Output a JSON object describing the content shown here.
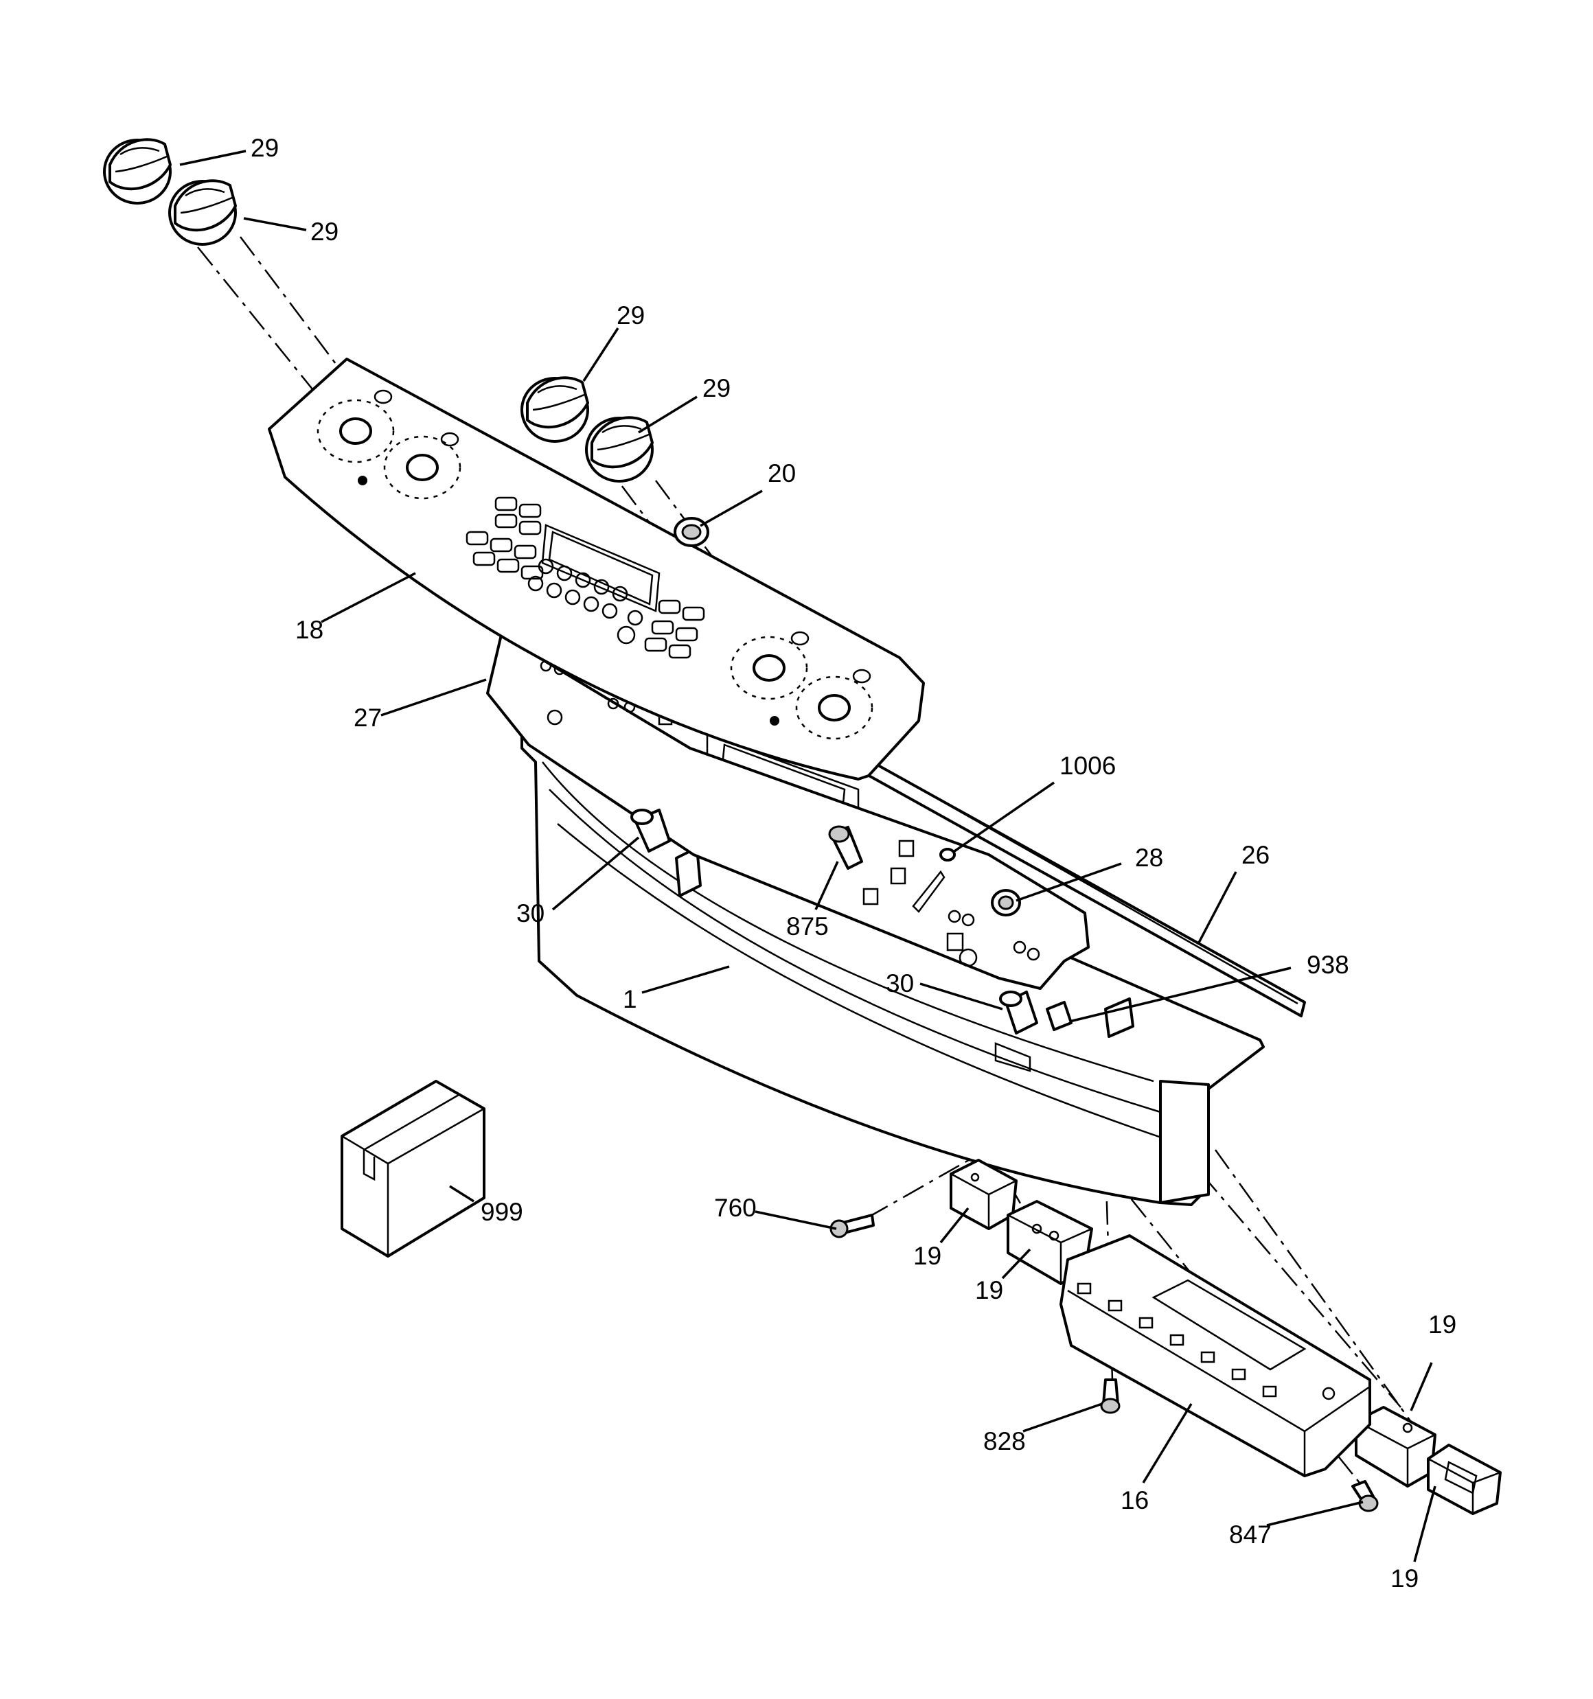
{
  "callouts": {
    "c29a": "29",
    "c29b": "29",
    "c29c": "29",
    "c29d": "29",
    "c20": "20",
    "c18": "18",
    "c27": "27",
    "c1006": "1006",
    "c28": "28",
    "c26": "26",
    "c30a": "30",
    "c875": "875",
    "c30b": "30",
    "c938": "938",
    "c1": "1",
    "c999": "999",
    "c760": "760",
    "c19a": "19",
    "c19b": "19",
    "c19c": "19",
    "c19d": "19",
    "c828": "828",
    "c16": "16",
    "c847": "847"
  }
}
